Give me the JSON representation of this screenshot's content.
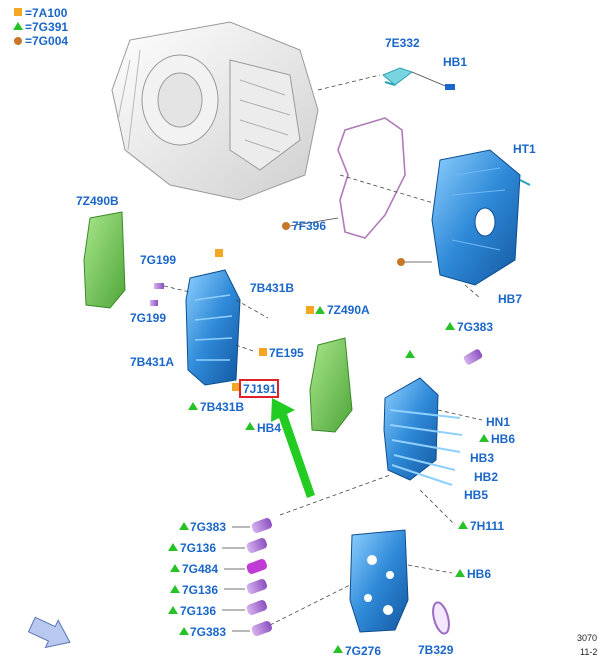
{
  "legend": {
    "square": {
      "code": "=7A100",
      "color": "#f5a623"
    },
    "triangle": {
      "code": "=7G391",
      "color": "#27c227"
    },
    "circle": {
      "code": "=7G004",
      "color": "#c8772a"
    }
  },
  "labels": {
    "7E332": "7E332",
    "HB1": "HB1",
    "HT1": "HT1",
    "7Z490B": "7Z490B",
    "7F396": "7F396",
    "7G199a": "7G199",
    "7B431Ba": "7B431B",
    "7G199b": "7G199",
    "7Z490A": "7Z490A",
    "7G383top": "7G383",
    "HB7": "HB7",
    "7E195": "7E195",
    "7B431A": "7B431A",
    "7J191": "7J191",
    "7B431Bb": "7B431B",
    "HB4": "HB4",
    "HN1": "HN1",
    "HB6a": "HB6",
    "HB3": "HB3",
    "HB2": "HB2",
    "HB5": "HB5",
    "7H111": "7H111",
    "HB6b": "HB6",
    "7G383a": "7G383",
    "7G136a": "7G136",
    "7G484": "7G484",
    "7G136b": "7G136",
    "7G136c": "7G136",
    "7G383b": "7G383",
    "7G276": "7G276",
    "7B329": "7B329"
  },
  "ref": {
    "line1": "3070",
    "line2": "11-2"
  },
  "colors": {
    "label": "#1a66c9",
    "part_blue": "#2f8ad8",
    "part_green": "#6cc24a",
    "solenoid": "#a46ed0",
    "highlight": "#e0202a",
    "arrow": "#22cc22"
  }
}
